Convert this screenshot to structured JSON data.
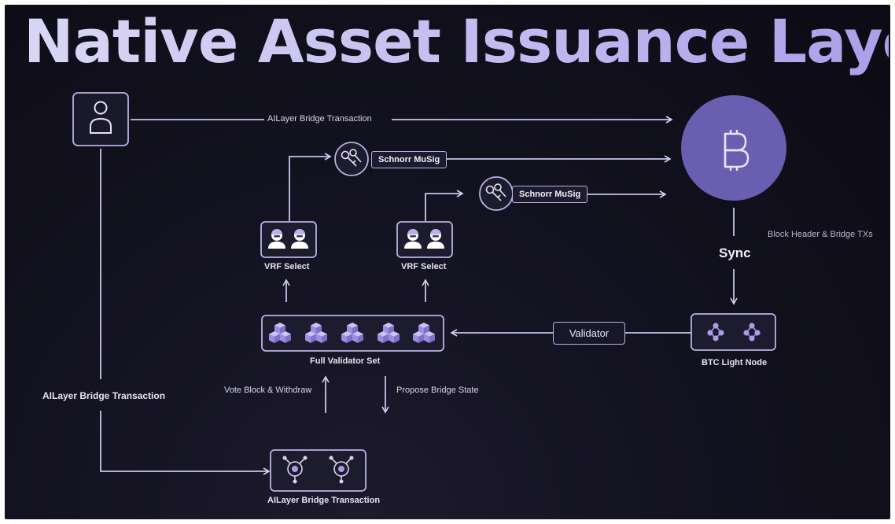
{
  "title": "Native Asset Issuance Layer",
  "labels": {
    "top_bridge_tx": "AILayer Bridge Transaction",
    "left_bridge_tx": "AILayer Bridge Transaction",
    "bottom_bridge_tx": "AILayer Bridge Transaction",
    "schnorr_1": "Schnorr MuSig",
    "schnorr_2": "Schnorr MuSig",
    "vrf_select_1": "VRF Select",
    "vrf_select_2": "VRF Select",
    "full_validator_set": "Full Validator Set",
    "validator": "Validator",
    "btc_light_node": "BTC Light Node",
    "sync": "Sync",
    "block_header": "Block Header & Bridge TXs",
    "vote_block": "Vote Block & Withdraw",
    "propose_bridge": "Propose Bridge State"
  },
  "icons": {
    "user": "user-icon",
    "bitcoin": "bitcoin-icon",
    "keys": "key-icon",
    "validators": "validator-pair-icon",
    "cubes": "cube-cluster-icon",
    "light_node": "network-node-icon",
    "bridge_node": "bridge-node-icon"
  },
  "colors": {
    "accent": "#b9b2e6",
    "bitcoin_circle": "#6a5eb0",
    "cube_fill": "#a99ce8",
    "background": "#131220"
  }
}
